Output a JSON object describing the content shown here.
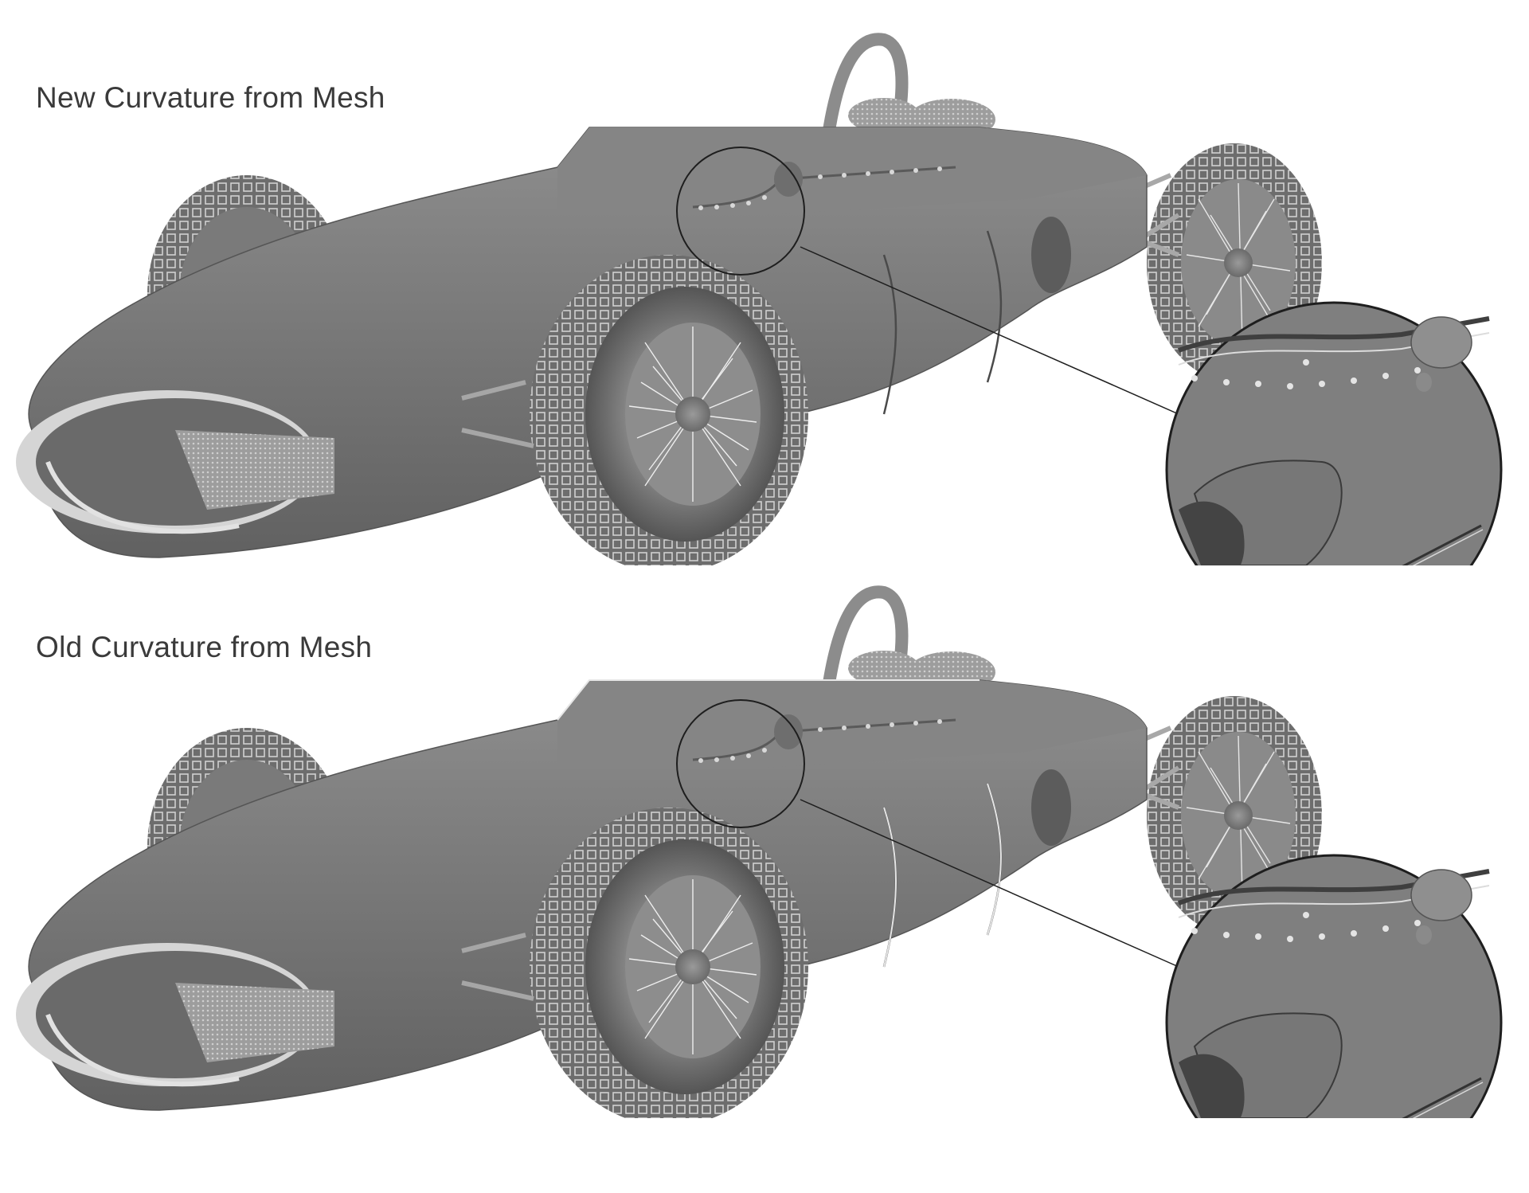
{
  "panels": [
    {
      "id": "new",
      "title": "New Curvature from Mesh"
    },
    {
      "id": "old",
      "title": "Old Curvature from Mesh"
    }
  ],
  "colors": {
    "background": "#ffffff",
    "body": "#7b7b7b",
    "body_dark": "#5e5e5e",
    "highlight": "#d9d9d9",
    "tire": "#6a6a6a",
    "title_text": "#3a3a3a",
    "callout_line": "#2a2a2a"
  },
  "icons": [
    "race-car-render",
    "magnify-callout"
  ]
}
